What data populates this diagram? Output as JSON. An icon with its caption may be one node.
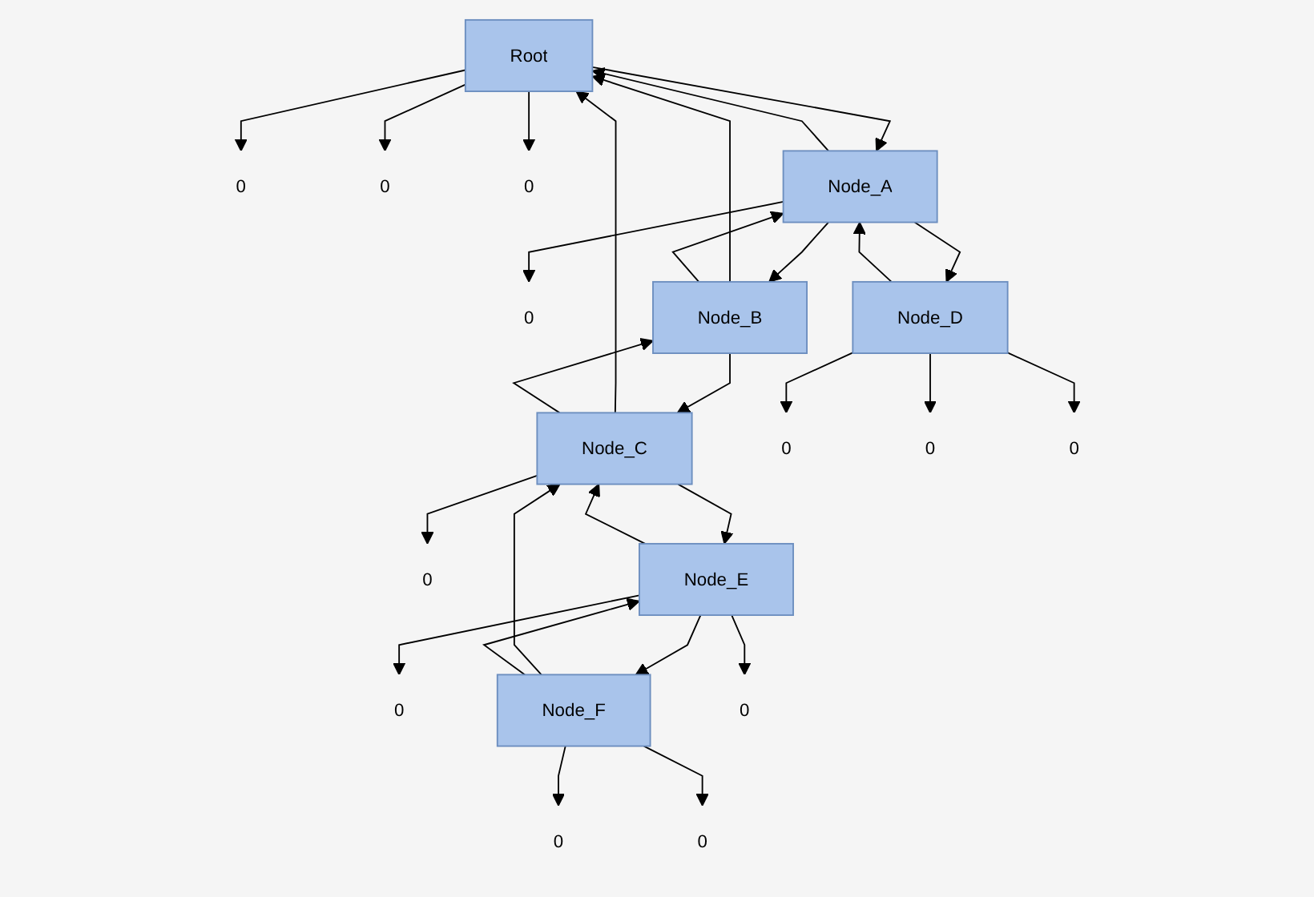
{
  "diagram": {
    "nodes": [
      {
        "text": [
          "0"
        ]
      },
      {
        "text": [
          "0"
        ]
      },
      {
        "text": [
          "Root"
        ]
      },
      {
        "text": [
          "0"
        ]
      },
      {
        "text": [
          "0"
        ]
      },
      {
        "text": [
          "Node_A"
        ]
      },
      {
        "text": [
          "Node_B"
        ]
      },
      {
        "text": [
          "Node_C"
        ]
      },
      {
        "text": [
          "0"
        ]
      },
      {
        "text": [
          "0"
        ]
      },
      {
        "text": [
          "Node_D"
        ]
      },
      {
        "text": [
          "0"
        ]
      },
      {
        "text": [
          "Node_E"
        ]
      },
      {
        "text": [
          "Node_F"
        ]
      },
      {
        "text": [
          "0"
        ]
      },
      {
        "text": [
          "0"
        ]
      },
      {
        "text": [
          "0"
        ]
      },
      {
        "text": [
          "0"
        ]
      },
      {
        "text": [
          "0"
        ]
      }
    ],
    "edges": [
      {
        "from": 2,
        "to": 0,
        "arrow": "to"
      },
      {
        "from": 2,
        "to": 1,
        "arrow": "to"
      },
      {
        "from": 2,
        "to": 3,
        "arrow": "to"
      },
      {
        "from": 2,
        "to": 5,
        "arrow": "to"
      },
      {
        "from": 5,
        "to": 2,
        "arrow": "to"
      },
      {
        "from": 6,
        "to": 2,
        "arrow": "to"
      },
      {
        "from": 7,
        "to": 2,
        "arrow": "to"
      },
      {
        "from": 5,
        "to": 4,
        "arrow": "to"
      },
      {
        "from": 6,
        "to": 5,
        "arrow": "to"
      },
      {
        "from": 5,
        "to": 6,
        "arrow": "to"
      },
      {
        "from": 7,
        "to": 6,
        "arrow": "to"
      },
      {
        "from": 6,
        "to": 7,
        "arrow": "to"
      },
      {
        "from": 7,
        "to": 8,
        "arrow": "to"
      },
      {
        "from": 5,
        "to": 10,
        "arrow": "to"
      },
      {
        "from": 10,
        "to": 5,
        "arrow": "to"
      },
      {
        "from": 10,
        "to": 9,
        "arrow": "to"
      },
      {
        "from": 10,
        "to": 14,
        "arrow": "to"
      },
      {
        "from": 10,
        "to": 16,
        "arrow": "to"
      },
      {
        "from": 7,
        "to": 12,
        "arrow": "to"
      },
      {
        "from": 12,
        "to": 7,
        "arrow": "to"
      },
      {
        "from": 13,
        "to": 7,
        "arrow": "to"
      },
      {
        "from": 13,
        "to": 12,
        "arrow": "to"
      },
      {
        "from": 12,
        "to": 13,
        "arrow": "to"
      },
      {
        "from": 12,
        "to": 11,
        "arrow": "to"
      },
      {
        "from": 12,
        "to": 17,
        "arrow": "to"
      },
      {
        "from": 13,
        "to": 15,
        "arrow": "to"
      },
      {
        "from": 13,
        "to": 18,
        "arrow": "to"
      }
    ]
  }
}
